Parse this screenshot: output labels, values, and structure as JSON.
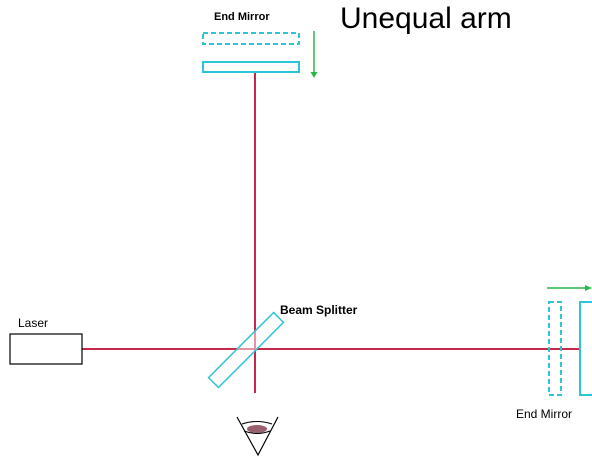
{
  "title": "Unequal arm",
  "labels": {
    "laser": "Laser",
    "beam_splitter": "Beam Splitter",
    "end_mirror_top": "End Mirror",
    "end_mirror_right": "End Mirror"
  },
  "colors": {
    "beam": "#c8264a",
    "mirror": "#2cc5d6",
    "arrow": "#2db54e",
    "outline": "#000000",
    "eye_pupil": "#9a6070"
  },
  "icons": {
    "observer": "eye-icon",
    "move_arrow_down": "arrow-down-icon",
    "move_arrow_right": "arrow-right-icon"
  }
}
